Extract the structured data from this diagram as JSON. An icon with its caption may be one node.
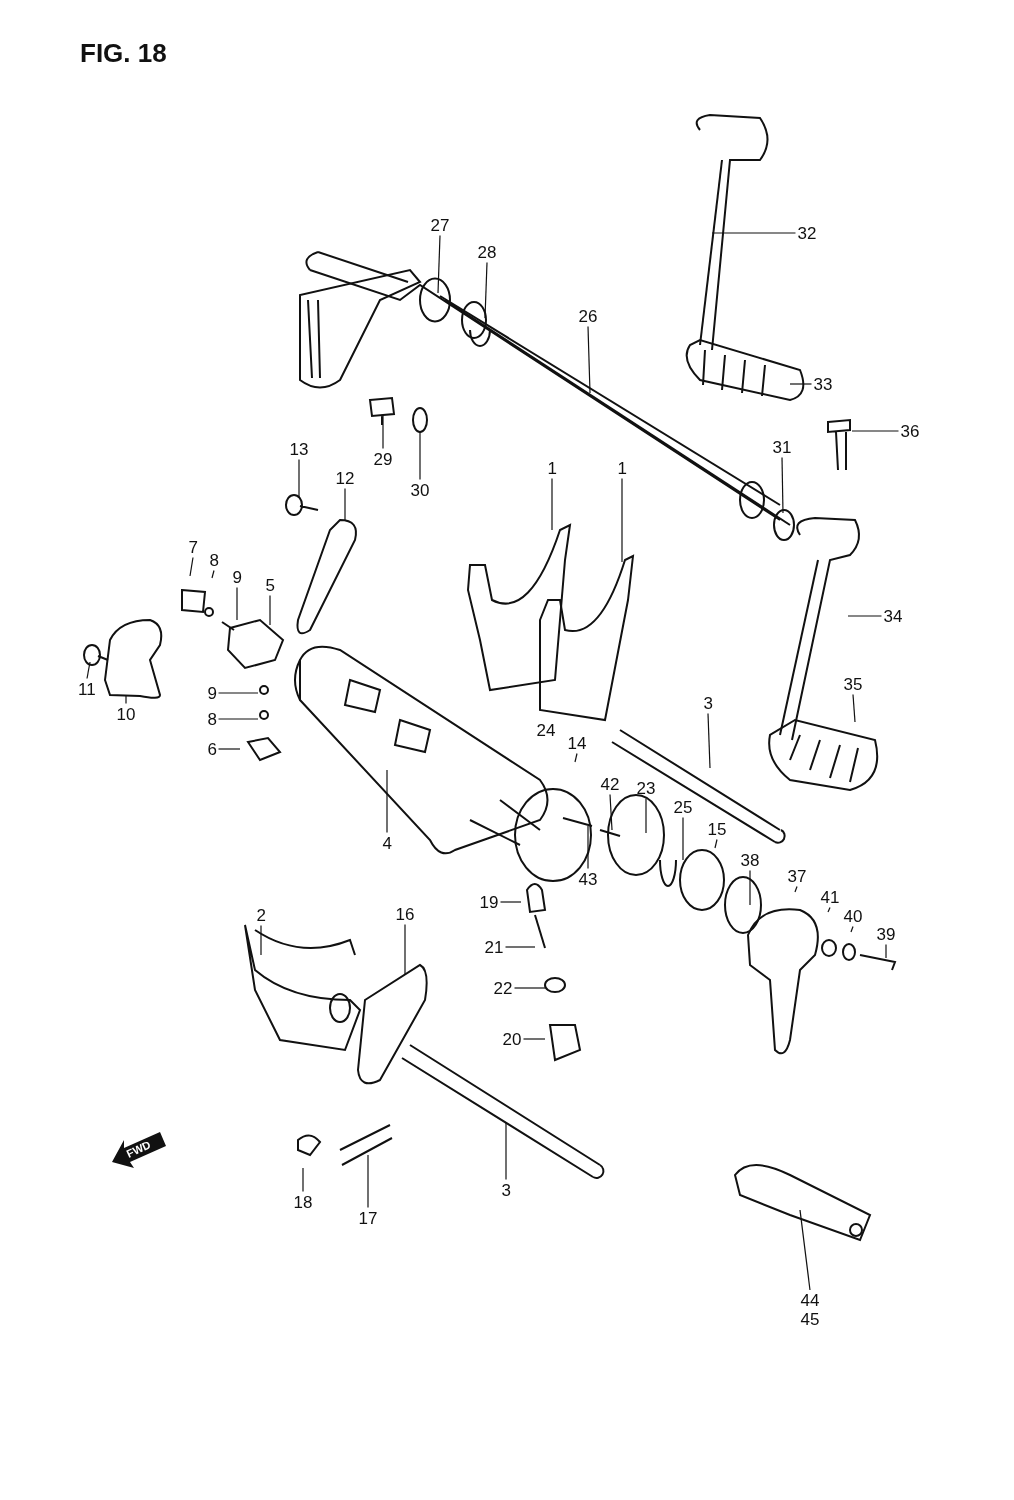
{
  "diagram": {
    "title": "FIG. 18",
    "nodes": [
      {
        "text": [
          "27"
        ]
      },
      {
        "text": [
          "28"
        ]
      },
      {
        "text": [
          "26"
        ]
      },
      {
        "text": [
          "32"
        ]
      },
      {
        "text": [
          "33"
        ]
      },
      {
        "text": [
          "36"
        ]
      },
      {
        "text": [
          "31"
        ]
      },
      {
        "text": [
          "29"
        ]
      },
      {
        "text": [
          "30"
        ]
      },
      {
        "text": [
          "13"
        ]
      },
      {
        "text": [
          "12"
        ]
      },
      {
        "text": [
          "1"
        ]
      },
      {
        "text": [
          "1"
        ]
      },
      {
        "text": [
          "7"
        ]
      },
      {
        "text": [
          "8"
        ]
      },
      {
        "text": [
          "9"
        ]
      },
      {
        "text": [
          "5"
        ]
      },
      {
        "text": [
          "11"
        ]
      },
      {
        "text": [
          "10"
        ]
      },
      {
        "text": [
          "9"
        ]
      },
      {
        "text": [
          "8"
        ]
      },
      {
        "text": [
          "6"
        ]
      },
      {
        "text": [
          "4"
        ]
      },
      {
        "text": [
          "24"
        ]
      },
      {
        "text": [
          "14"
        ]
      },
      {
        "text": [
          "3"
        ]
      },
      {
        "text": [
          "35"
        ]
      },
      {
        "text": [
          "34"
        ]
      },
      {
        "text": [
          "42"
        ]
      },
      {
        "text": [
          "23"
        ]
      },
      {
        "text": [
          "25"
        ]
      },
      {
        "text": [
          "15"
        ]
      },
      {
        "text": [
          "38"
        ]
      },
      {
        "text": [
          "37"
        ]
      },
      {
        "text": [
          "41"
        ]
      },
      {
        "text": [
          "40"
        ]
      },
      {
        "text": [
          "39"
        ]
      },
      {
        "text": [
          "43"
        ]
      },
      {
        "text": [
          "2"
        ]
      },
      {
        "text": [
          "16"
        ]
      },
      {
        "text": [
          "19"
        ]
      },
      {
        "text": [
          "21"
        ]
      },
      {
        "text": [
          "22"
        ]
      },
      {
        "text": [
          "20"
        ]
      },
      {
        "text": [
          "18"
        ]
      },
      {
        "text": [
          "17"
        ]
      },
      {
        "text": [
          "3"
        ]
      },
      {
        "text": [
          "44",
          "45"
        ]
      }
    ],
    "edges": [
      {
        "from": 0,
        "to": null,
        "arrow": "none"
      },
      {
        "from": 1,
        "to": null,
        "arrow": "none"
      },
      {
        "from": 2,
        "to": null,
        "arrow": "none"
      },
      {
        "from": 3,
        "to": null,
        "arrow": "none"
      },
      {
        "from": 4,
        "to": null,
        "arrow": "none"
      },
      {
        "from": 5,
        "to": null,
        "arrow": "none"
      },
      {
        "from": 6,
        "to": null,
        "arrow": "none"
      },
      {
        "from": 7,
        "to": null,
        "arrow": "none"
      },
      {
        "from": 8,
        "to": null,
        "arrow": "none"
      },
      {
        "from": 9,
        "to": null,
        "arrow": "none"
      },
      {
        "from": 10,
        "to": null,
        "arrow": "none"
      },
      {
        "from": 11,
        "to": null,
        "arrow": "none"
      },
      {
        "from": 12,
        "to": null,
        "arrow": "none"
      },
      {
        "from": 13,
        "to": null,
        "arrow": "none"
      },
      {
        "from": 14,
        "to": null,
        "arrow": "none"
      },
      {
        "from": 15,
        "to": null,
        "arrow": "none"
      },
      {
        "from": 16,
        "to": null,
        "arrow": "none"
      },
      {
        "from": 17,
        "to": null,
        "arrow": "none"
      },
      {
        "from": 18,
        "to": null,
        "arrow": "none"
      },
      {
        "from": 19,
        "to": null,
        "arrow": "none"
      },
      {
        "from": 20,
        "to": null,
        "arrow": "none"
      },
      {
        "from": 21,
        "to": null,
        "arrow": "none"
      },
      {
        "from": 22,
        "to": null,
        "arrow": "none"
      },
      {
        "from": 24,
        "to": null,
        "arrow": "none"
      },
      {
        "from": 25,
        "to": null,
        "arrow": "none"
      },
      {
        "from": 26,
        "to": null,
        "arrow": "none"
      },
      {
        "from": 27,
        "to": null,
        "arrow": "none"
      },
      {
        "from": 28,
        "to": null,
        "arrow": "none"
      },
      {
        "from": 29,
        "to": null,
        "arrow": "none"
      },
      {
        "from": 30,
        "to": null,
        "arrow": "none"
      },
      {
        "from": 31,
        "to": null,
        "arrow": "none"
      },
      {
        "from": 32,
        "to": null,
        "arrow": "none"
      },
      {
        "from": 33,
        "to": null,
        "arrow": "none"
      },
      {
        "from": 34,
        "to": null,
        "arrow": "none"
      },
      {
        "from": 35,
        "to": null,
        "arrow": "none"
      },
      {
        "from": 36,
        "to": null,
        "arrow": "none"
      },
      {
        "from": 37,
        "to": null,
        "arrow": "none"
      },
      {
        "from": 38,
        "to": null,
        "arrow": "none"
      },
      {
        "from": 39,
        "to": null,
        "arrow": "none"
      },
      {
        "from": 40,
        "to": null,
        "arrow": "none"
      },
      {
        "from": 41,
        "to": null,
        "arrow": "none"
      },
      {
        "from": 42,
        "to": null,
        "arrow": "none"
      },
      {
        "from": 43,
        "to": null,
        "arrow": "none"
      },
      {
        "from": 44,
        "to": null,
        "arrow": "none"
      },
      {
        "from": 45,
        "to": null,
        "arrow": "none"
      },
      {
        "from": 46,
        "to": null,
        "arrow": "none"
      },
      {
        "from": 47,
        "to": null,
        "arrow": "none"
      }
    ],
    "labels": [
      "FWD"
    ]
  }
}
